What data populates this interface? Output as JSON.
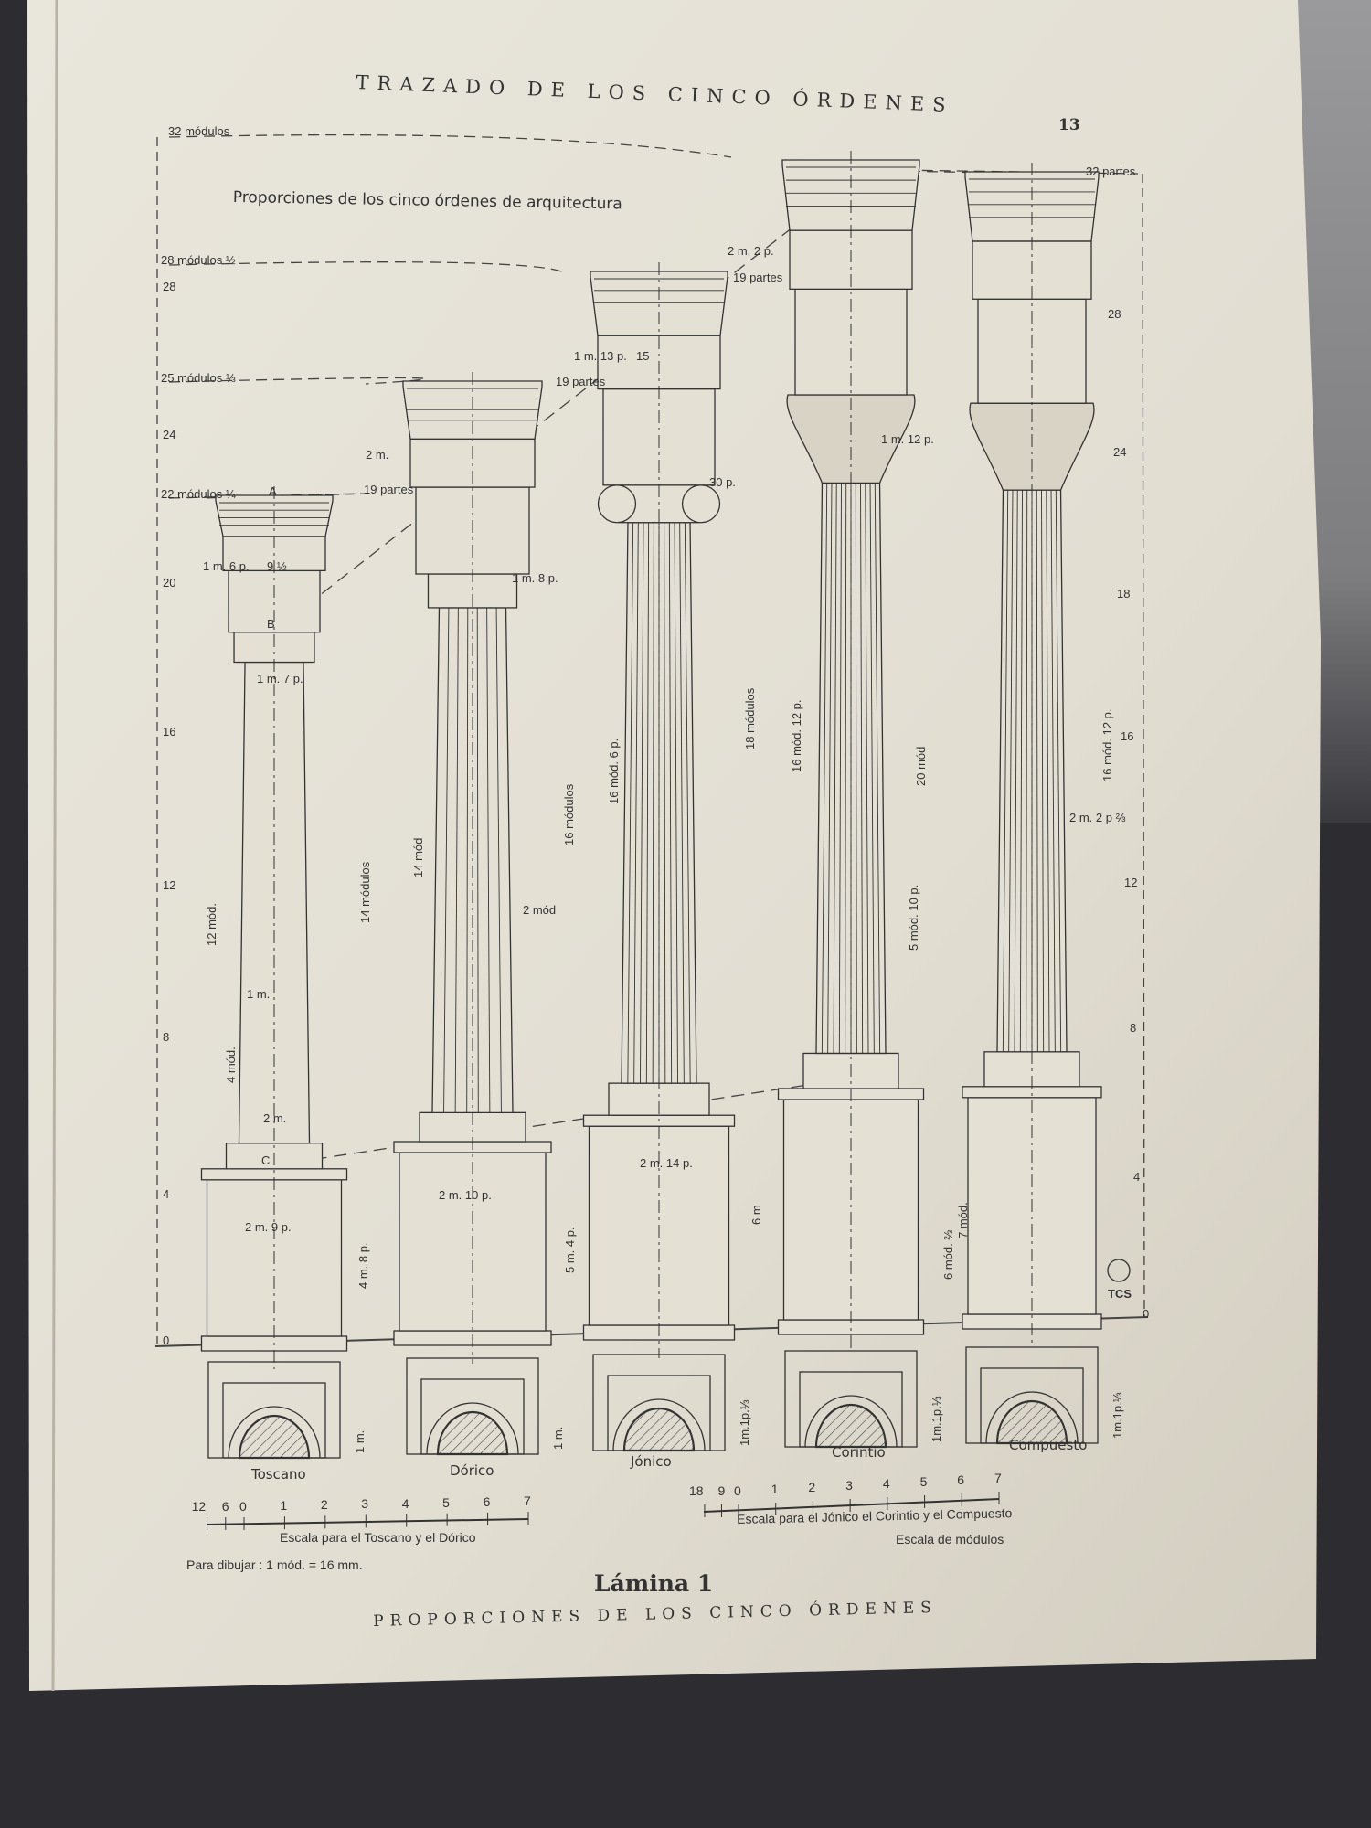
{
  "header": {
    "running_title": "TRAZADO DE LOS CINCO ÓRDENES",
    "page_number": "13"
  },
  "plate": {
    "subtitle": "Proporciones de los cinco órdenes de arquitectura",
    "height_levels": [
      "32 módulos",
      "28 módulos ½",
      "25 módulos ⅓",
      "22 módulos ¼"
    ],
    "left_scale": [
      "28",
      "24",
      "20",
      "16",
      "12",
      "8",
      "4",
      "0"
    ],
    "right_scale": [
      "32 partes",
      "28",
      "24",
      "18",
      "16",
      "12",
      "8",
      "4",
      "0"
    ],
    "part_labels": [
      "19 partes",
      "19 partes",
      "19 partes"
    ],
    "dimensions": [
      "14 módulos",
      "12 mód.",
      "4 mód.",
      "1 m.",
      "2 m.",
      "2 m. 9 p.",
      "1 m. 6 p.",
      "9 ½",
      "1 m. 7 p.",
      "4 m. 8 p.",
      "14 mód",
      "16 módulos",
      "2 m.",
      "1 m. 8 p.",
      "2 mód",
      "2 m. 10 p.",
      "5 m. 4 p.",
      "16 mód. 6 p.",
      "18 módulos",
      "2 m. 14 p.",
      "30 p.",
      "1 m. 13 p.",
      "15",
      "6 m",
      "16 mód. 12 p.",
      "20 mód",
      "2 m. 2 p.",
      "6 mód. ⅔",
      "1 m. 12 p.",
      "2 m. 2 p ⅔",
      "5 mód. 10 p.",
      "16 mód. 12 p.",
      "7 mód."
    ],
    "points": [
      "A",
      "B",
      "C"
    ],
    "mark": "TCS"
  },
  "orders": [
    {
      "name": "Toscano",
      "section_dim": "1 m."
    },
    {
      "name": "Dórico",
      "section_dim": "1 m."
    },
    {
      "name": "Jónico",
      "section_dim": "1m.1p.⅓"
    },
    {
      "name": "Corintio",
      "section_dim": "1m.1p.⅓"
    },
    {
      "name": "Compuesto",
      "section_dim": "1m.1p.⅓"
    }
  ],
  "scales": {
    "left": {
      "ticks": [
        "12",
        "6",
        "0",
        "1",
        "2",
        "3",
        "4",
        "5",
        "6",
        "7"
      ],
      "caption": "Escala para el Toscano y el Dórico"
    },
    "right": {
      "ticks": [
        "18",
        "9",
        "0",
        "1",
        "2",
        "3",
        "4",
        "5",
        "6",
        "7"
      ],
      "caption": "Escala para el Jónico el Corintio y el Compuesto"
    },
    "units_caption": "Escala de módulos",
    "drawing_note": "Para dibujar : 1 mód. = 16 mm."
  },
  "footer": {
    "plate_title": "Lámina 1",
    "plate_caption": "PROPORCIONES DE LOS CINCO ÓRDENES"
  }
}
